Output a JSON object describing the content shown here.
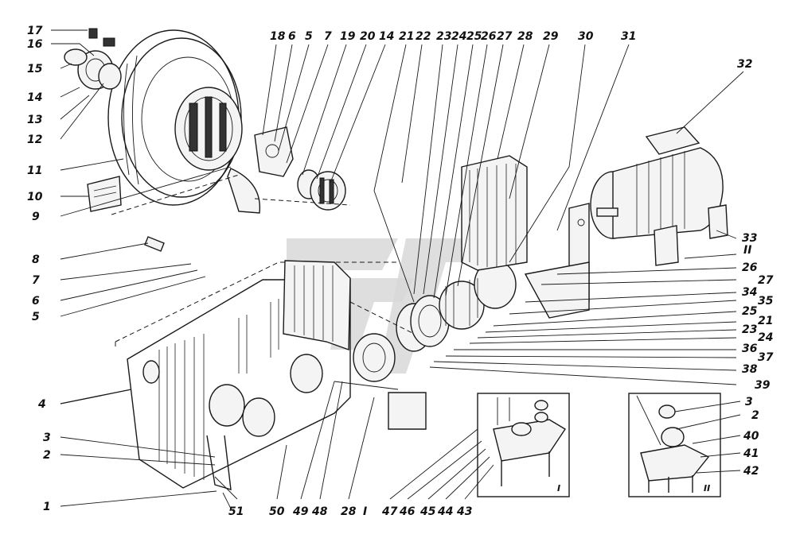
{
  "labels": {
    "l1": "1",
    "l2": "2",
    "l3": "3",
    "l4": "4",
    "l5": "5",
    "l6": "6",
    "l7": "7",
    "l8": "8",
    "l9": "9",
    "l10": "10",
    "l11": "11",
    "l12": "12",
    "l13": "13",
    "l14": "14",
    "l15": "15",
    "l16": "16",
    "l17": "17",
    "t18": "18",
    "t6": "6",
    "t5": "5",
    "t7": "7",
    "t19": "19",
    "t20": "20",
    "t14": "14",
    "t21": "21",
    "t22": "22",
    "t23": "23",
    "t24": "24",
    "t25": "25",
    "t26": "26",
    "t27": "27",
    "t28": "28",
    "t29": "29",
    "t30": "30",
    "t31": "31",
    "t32": "32",
    "r33": "33",
    "rII": "II",
    "r26": "26",
    "r27": "27",
    "r34": "34",
    "r35": "35",
    "r25": "25",
    "r21": "21",
    "r23": "23",
    "r24": "24",
    "r36": "36",
    "r37": "37",
    "r38": "38",
    "r39": "39",
    "b51": "51",
    "b50": "50",
    "b49": "49",
    "b48": "48",
    "b28": "28",
    "bI": "I",
    "b47": "47",
    "b46": "46",
    "b45": "45",
    "b44": "44",
    "b43": "43",
    "i3": "3",
    "i2": "2",
    "i40": "40",
    "i41": "41",
    "i42": "42",
    "insetI": "I",
    "insetII": "II"
  }
}
